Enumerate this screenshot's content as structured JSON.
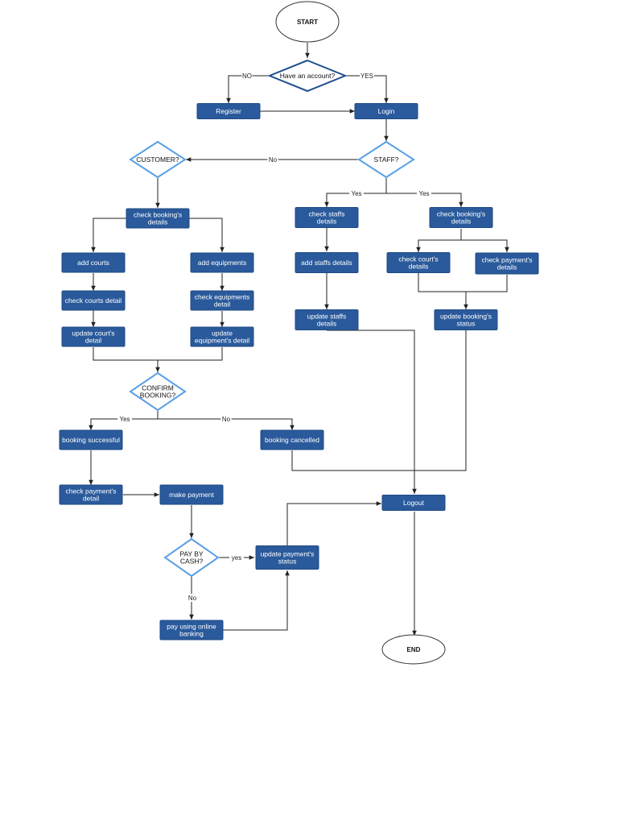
{
  "colors": {
    "process_fill": "#2a5a9b",
    "process_stroke": "#1f4a85",
    "decision_stroke_light": "#5aa0e6",
    "decision_stroke_dark": "#1f4f8f",
    "line": "#222222",
    "terminal_stroke": "#333333"
  },
  "nodes": {
    "start": "START",
    "have_account": "Have an account?",
    "register": "Register",
    "login": "Login",
    "customer": "CUSTOMER?",
    "staff": "STAFF?",
    "check_booking_details_c": "check booking's|details",
    "add_courts": "add courts",
    "add_equipments": "add equipments",
    "check_courts_detail": "check courts detail",
    "check_equipments_detail": "check equipments|detail",
    "update_courts_detail": "update court's|detail",
    "update_equipments_detail": "update|equipment's detail",
    "confirm_booking": "CONFIRM|BOOKING?",
    "booking_successful": "booking successful",
    "booking_cancelled": "booking cancelled",
    "check_payments_detail": "check payment's|detail",
    "make_payment": "make payment",
    "pay_by_cash": "PAY BY|CASH?",
    "update_payments_status": "update payment's|status",
    "pay_online": "pay using online|banking",
    "check_staffs_details": "check staffs|details",
    "add_staffs_details": "add staffs details",
    "update_staffs_details": "update staffs|details",
    "check_booking_details_s": "check booking's|details",
    "check_courts_details_s": "check court's|details",
    "check_payments_details_s": "check payment's|details",
    "update_booking_status": "update booking's|status",
    "logout": "Logout",
    "end": "END"
  },
  "edge_labels": {
    "no_upper": "NO",
    "yes_upper": "YES",
    "no": "No",
    "yes": "Yes",
    "yes_lower": "yes",
    "staff_yes_left": "Yes",
    "staff_yes_right": "Yes",
    "confirm_yes": "Yes",
    "confirm_no": "No",
    "cash_no": "No"
  }
}
